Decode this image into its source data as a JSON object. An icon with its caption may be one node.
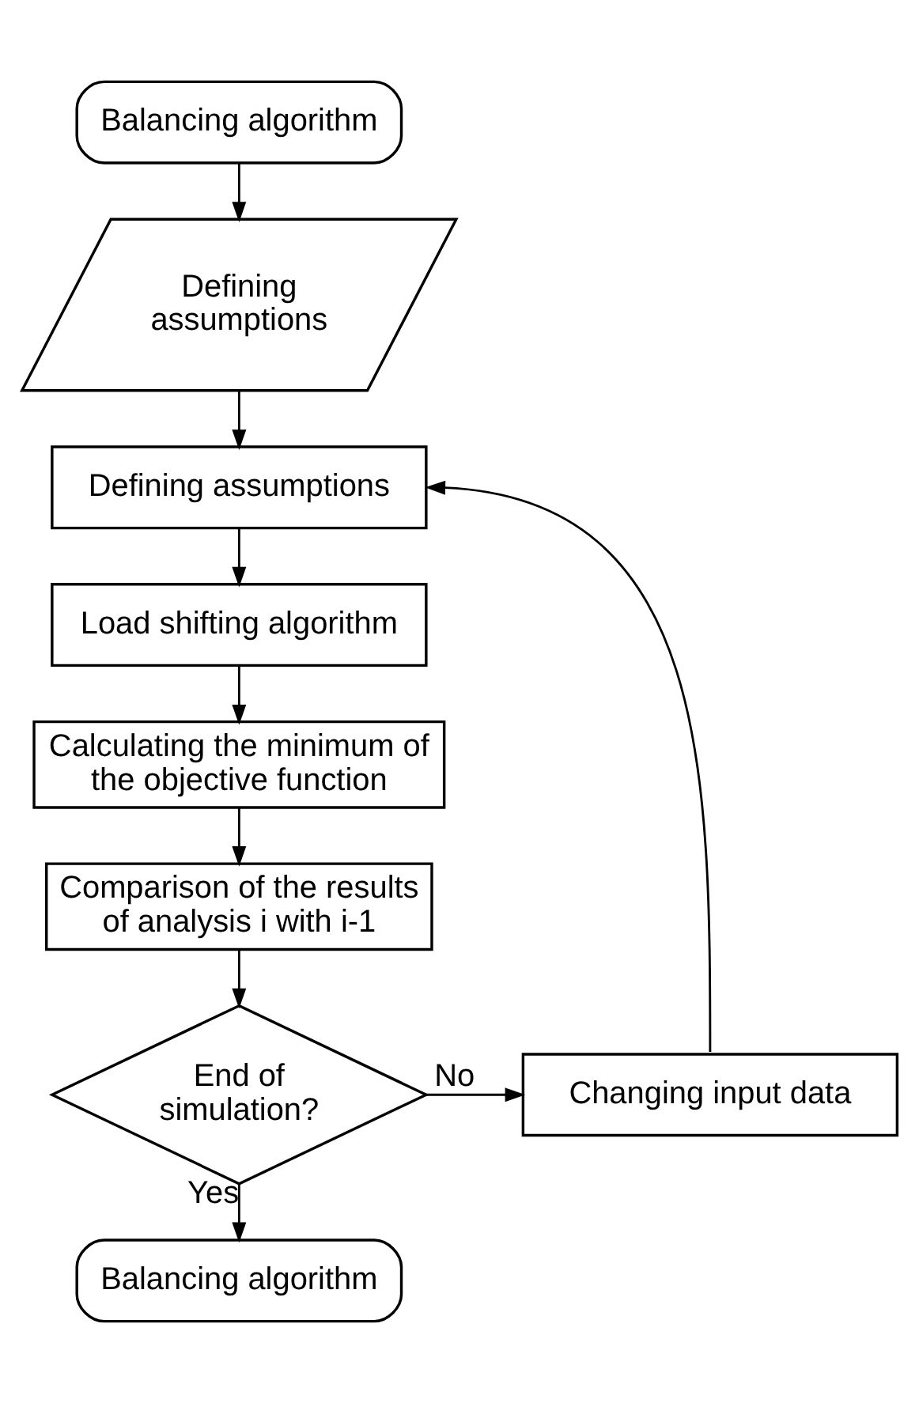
{
  "diagram": {
    "nodes": [
      {
        "text": [
          "Balancing algorithm"
        ]
      },
      {
        "text": [
          "Defining assumptions"
        ]
      },
      {
        "text": [
          "Defining assumptions"
        ]
      },
      {
        "text": [
          "Load shifting algorithm"
        ]
      },
      {
        "text": [
          "Calculating the minimum of the objective function"
        ]
      },
      {
        "text": [
          "Comparison of the results of analysis i with i-1"
        ]
      },
      {
        "text": [
          "End of simulation?"
        ]
      },
      {
        "text": [
          "Changing input data"
        ]
      },
      {
        "text": [
          "Balancing algorithm"
        ]
      }
    ],
    "edges": [
      {
        "from": 0,
        "to": 1,
        "arrow": "to"
      },
      {
        "from": 1,
        "to": 2,
        "arrow": "to"
      },
      {
        "from": 2,
        "to": 3,
        "arrow": "to"
      },
      {
        "from": 3,
        "to": 4,
        "arrow": "to"
      },
      {
        "from": 4,
        "to": 5,
        "arrow": "to"
      },
      {
        "from": 5,
        "to": 6,
        "arrow": "to"
      },
      {
        "from": 6,
        "to": 7,
        "arrow": "to",
        "label": "No"
      },
      {
        "from": 7,
        "to": 2,
        "arrow": "to"
      },
      {
        "from": 6,
        "to": 8,
        "arrow": "to",
        "label": "Yes"
      }
    ]
  }
}
